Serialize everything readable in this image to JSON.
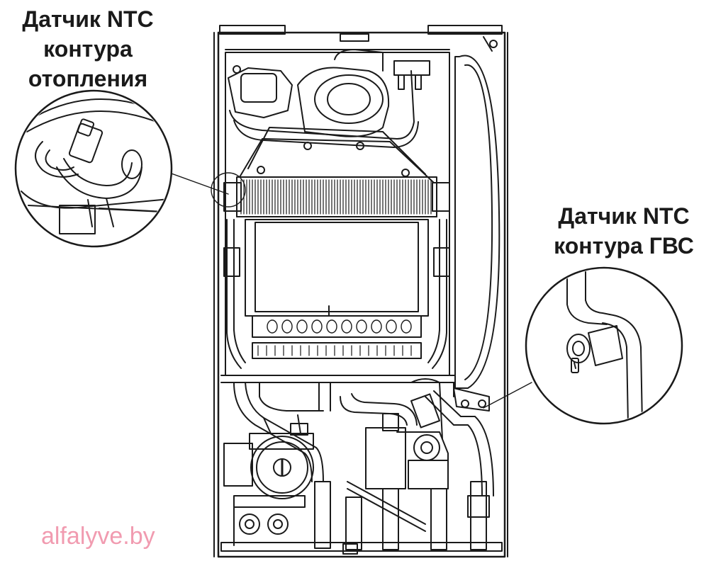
{
  "labels": {
    "heating_sensor": [
      "Датчик NTC",
      "контура",
      "отопления"
    ],
    "dhw_sensor": [
      "Датчик NTC",
      "контура ГВС"
    ]
  },
  "watermark": "alfalyve.by",
  "colors": {
    "line": "#1a1a1a",
    "fill": "#ffffff",
    "watermark": "#f19bb0"
  },
  "icons": [
    "heating-ntc-sensor-icon",
    "dhw-ntc-sensor-icon",
    "boiler-unit-icon",
    "circulation-pump-icon"
  ]
}
